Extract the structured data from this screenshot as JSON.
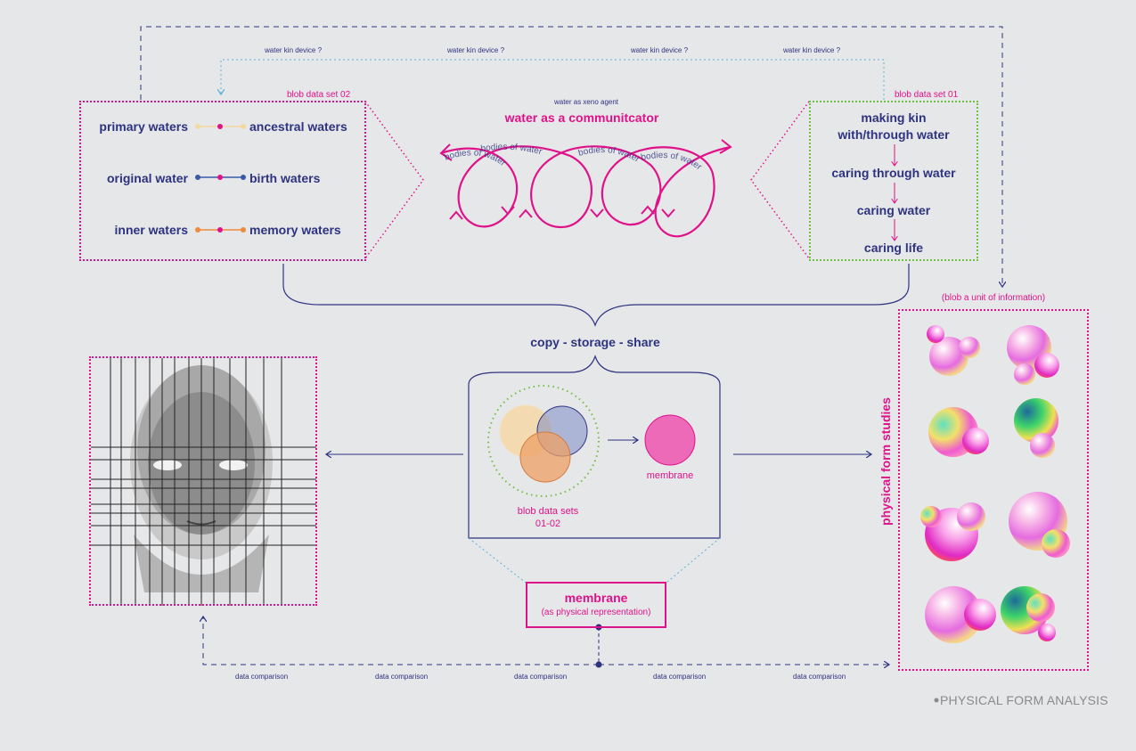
{
  "top_loop_labels": [
    "water kin device ?",
    "water kin device ?",
    "water kin device ?",
    "water kin device ?"
  ],
  "left_set": {
    "title": "blob data set 02",
    "pairs": [
      {
        "left": "primary waters",
        "right": "ancestral waters",
        "color": "#f2d9a0"
      },
      {
        "left": "original water",
        "right": "birth waters",
        "color": "#3a5aa8"
      },
      {
        "left": "inner waters",
        "right": "memory waters",
        "color": "#ee8a3c"
      }
    ]
  },
  "center_top": {
    "subtitle": "water as xeno agent",
    "title": "water as a communitcator",
    "loop_text": "bodies of water"
  },
  "right_set": {
    "title": "blob data set 01",
    "steps": [
      "making kin\nwith/through water",
      "caring through water",
      "caring water",
      "caring life"
    ]
  },
  "merge_label": "copy - storage - share",
  "center_box": {
    "blob_label_1": "blob data sets",
    "blob_label_2": "01-02",
    "membrane_label": "membrane"
  },
  "membrane_box": {
    "title": "membrane",
    "subtitle": "(as physical representation)"
  },
  "right_panel": {
    "caption": "(blob a unit of information)",
    "vertical_label": "physical form studies"
  },
  "bottom_labels": [
    "data comparison",
    "data comparison",
    "data comparison",
    "data comparison",
    "data comparison"
  ],
  "footer": "PHYSICAL FORM ANALYSIS",
  "colors": {
    "navy": "#2e3380",
    "magenta": "#e0128a",
    "green": "#6fbf44",
    "sky": "#5ab0d8"
  }
}
